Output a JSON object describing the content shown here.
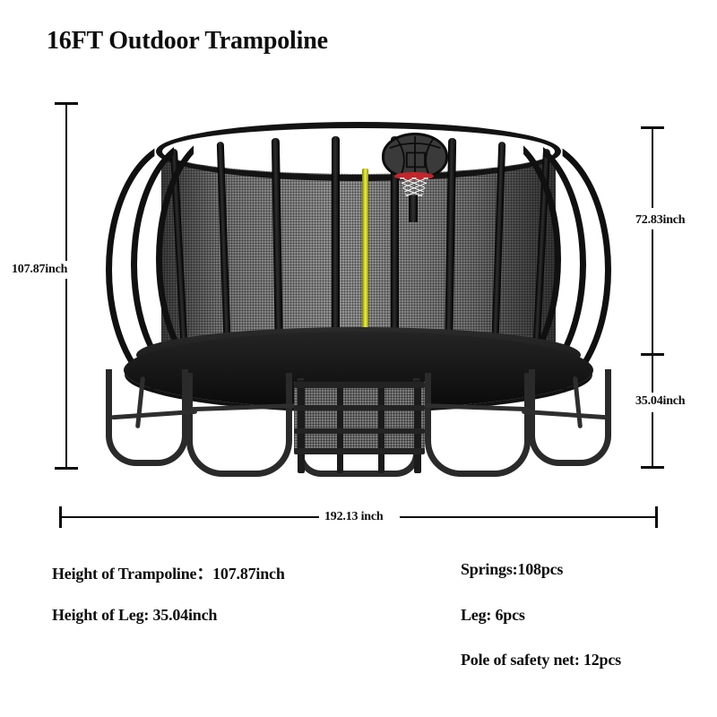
{
  "page": {
    "title": "16FT Outdoor Trampoline",
    "background_color": "#ffffff"
  },
  "product": {
    "name": "trampoline-illustration",
    "colors": {
      "frame": "#101010",
      "net_mesh": "#8a8a8a",
      "mat_pad": "#1a1a1a",
      "hoop_rim": "#c0272d",
      "center_pole": "#d6dd20"
    },
    "parts": [
      "safety-net-enclosure",
      "basketball-hoop",
      "trampoline-mat-pad",
      "u-shaped-legs",
      "access-ladder"
    ]
  },
  "dimensions": {
    "overall_height": {
      "label": "107.87inch",
      "orientation": "vertical",
      "side": "left"
    },
    "net_height": {
      "label": "72.83inch",
      "orientation": "vertical",
      "side": "right"
    },
    "leg_height": {
      "label": "35.04inch",
      "orientation": "vertical",
      "side": "right"
    },
    "overall_width": {
      "label": "192.13 inch",
      "orientation": "horizontal",
      "side": "bottom"
    }
  },
  "specs": {
    "left_column": [
      "Height of Trampoline：107.87inch",
      "Height of Leg: 35.04inch"
    ],
    "right_column": [
      "Springs:108pcs",
      "Leg: 6pcs",
      "Pole of safety net: 12pcs"
    ]
  }
}
